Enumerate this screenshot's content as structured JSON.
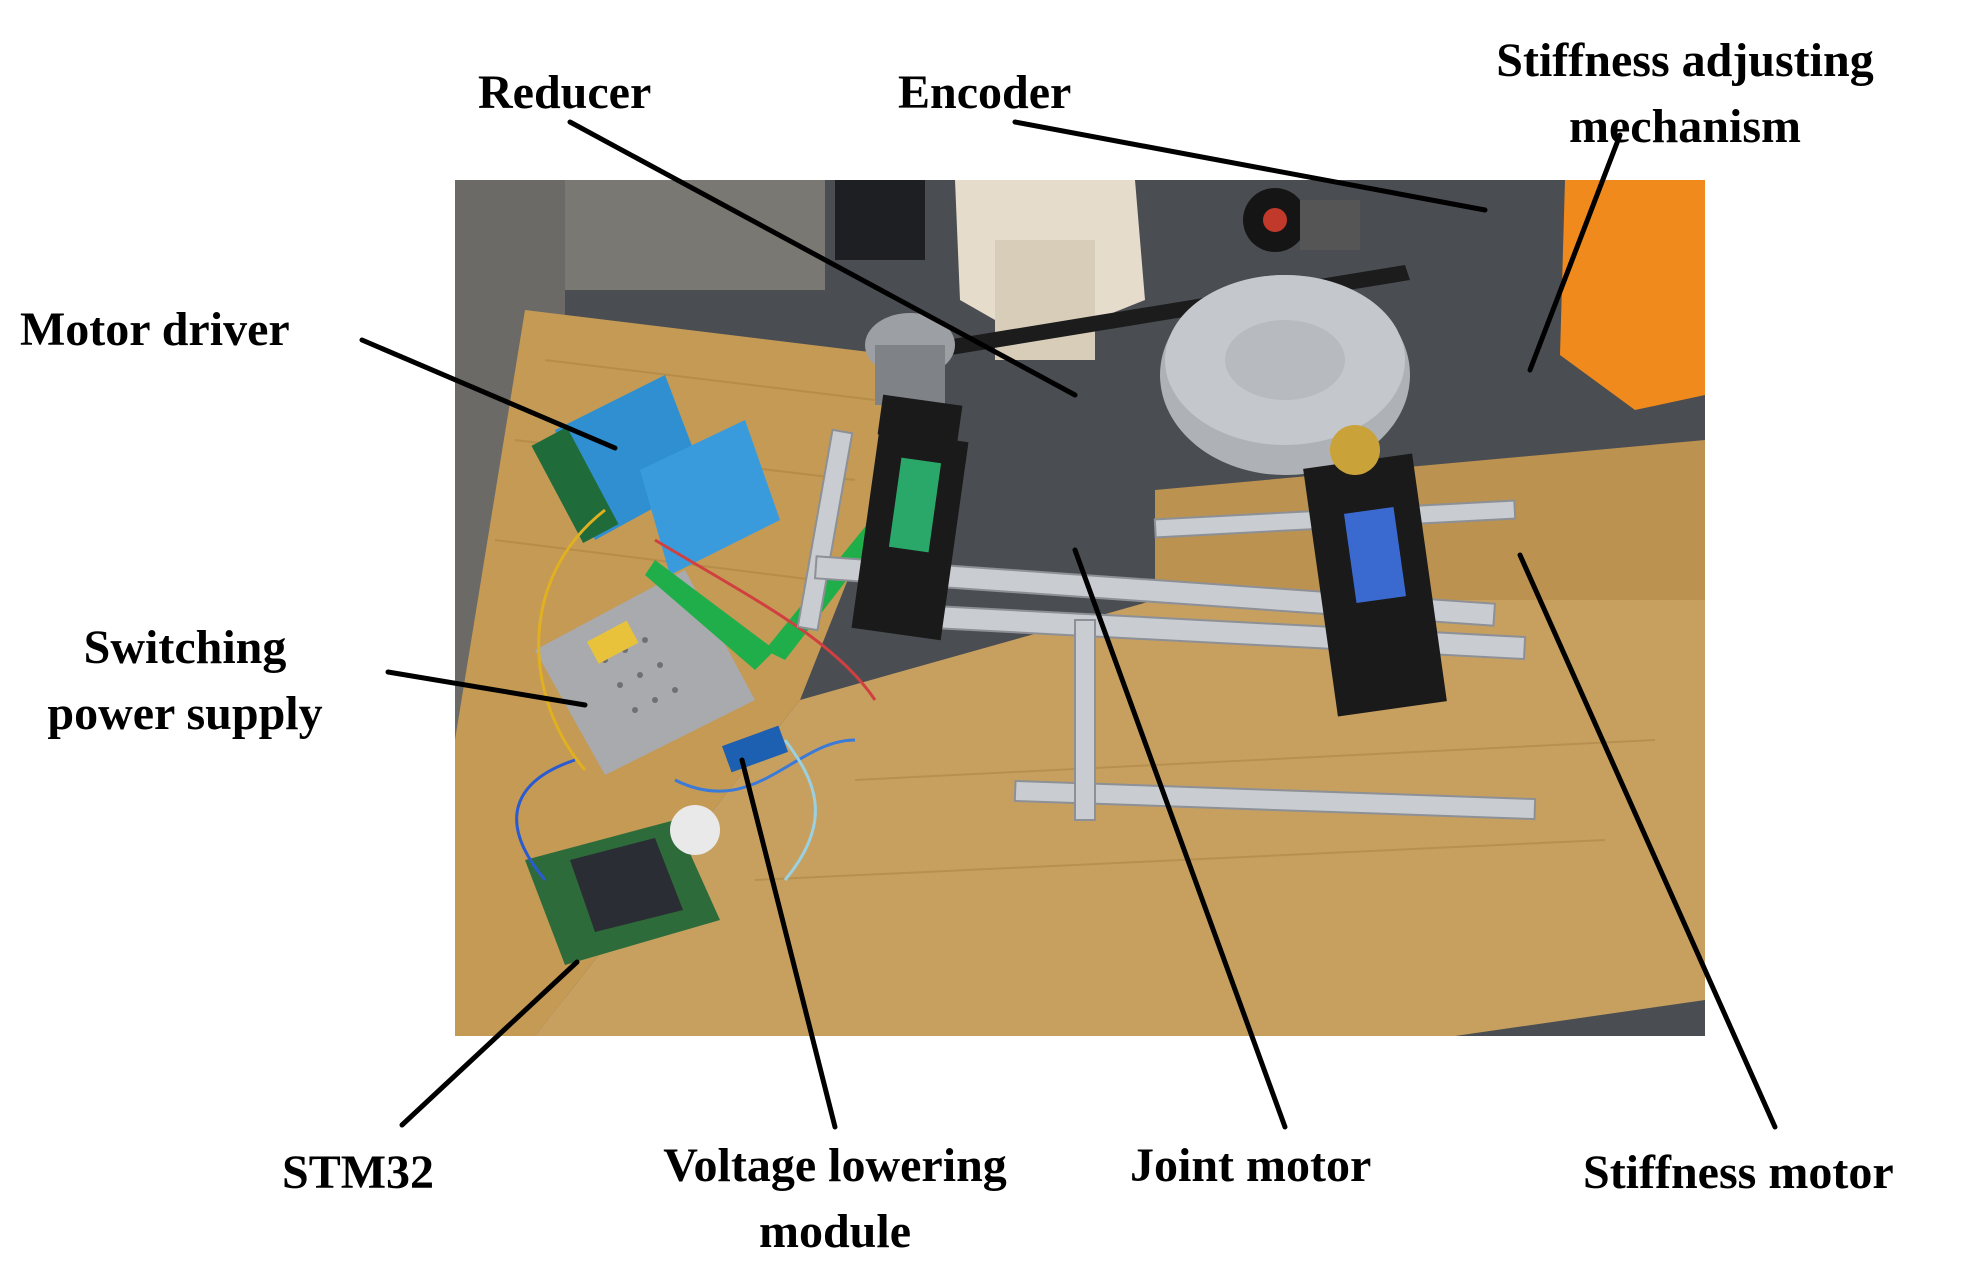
{
  "labels": {
    "reducer": "Reducer",
    "encoder": "Encoder",
    "stiffness_mechanism": [
      "Stiffness adjusting",
      "mechanism"
    ],
    "motor_driver": "Motor driver",
    "switching_power_supply": [
      "Switching",
      "power supply"
    ],
    "stm32": "STM32",
    "voltage_lowering_module": [
      "Voltage lowering",
      "module"
    ],
    "joint_motor": "Joint motor",
    "stiffness_motor": "Stiffness motor"
  },
  "colors": {
    "label_text": "#000000",
    "leader_line": "#000000",
    "background": "#ffffff",
    "table_wood": "#c49a55",
    "floor": "#4a4d52",
    "driver_blue": "#2f8fd0",
    "motor_black": "#1a1a1a",
    "aluminium": "#c9ccd0",
    "pcb_green": "#2e6b3a",
    "tape_green": "#1fae4a",
    "box_orange": "#f08a1c"
  }
}
